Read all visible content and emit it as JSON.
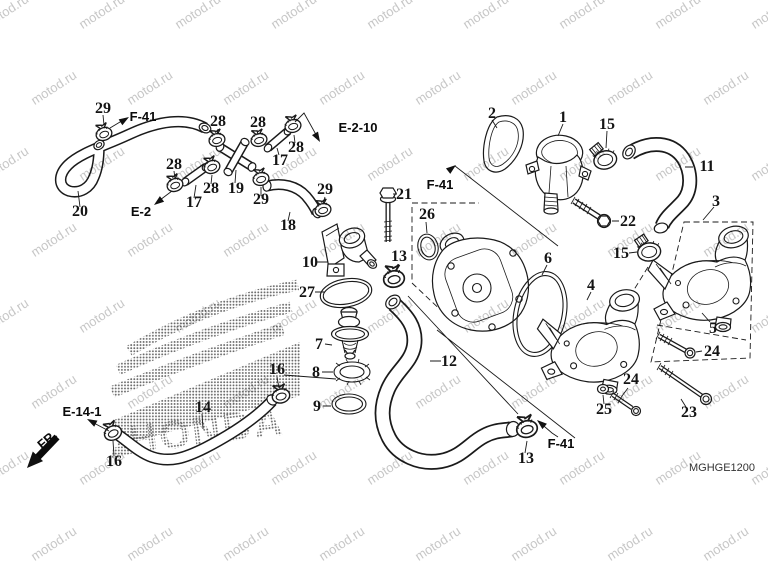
{
  "watermark": {
    "text": "motod.ru",
    "color": "#c7c7c7"
  },
  "background_brand_text": "HONDA",
  "diagram_code": "MGHGE1200",
  "direction_label": "FR.",
  "reference_labels": {
    "f41": "F-41",
    "e2_10": "E-2-10",
    "e2": "E-2",
    "e14_1": "E-14-1"
  },
  "part_numbers": {
    "p1": "1",
    "p2": "2",
    "p3": "3",
    "p4": "4",
    "p5": "5",
    "p6": "6",
    "p7": "7",
    "p8": "8",
    "p9": "9",
    "p10": "10",
    "p11": "11",
    "p12": "12",
    "p13": "13",
    "p14": "14",
    "p15": "15",
    "p16": "16",
    "p17": "17",
    "p18": "18",
    "p19": "19",
    "p20": "20",
    "p21": "21",
    "p22": "22",
    "p23": "23",
    "p24": "24",
    "p25": "25",
    "p26": "26",
    "p27": "27",
    "p28": "28",
    "p29": "29"
  }
}
